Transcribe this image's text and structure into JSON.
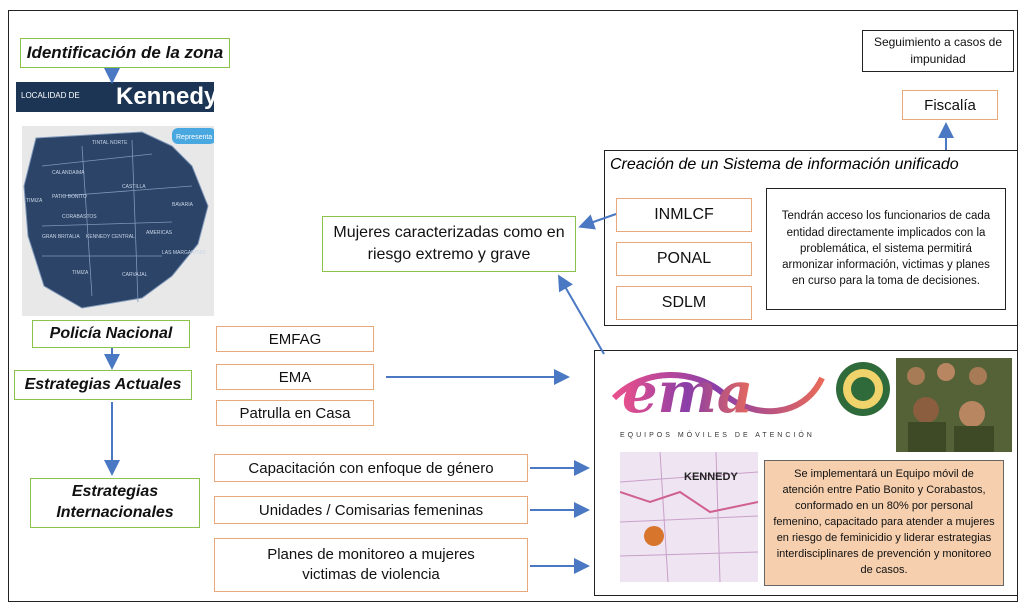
{
  "zona": {
    "title": "Identificación de la zona",
    "banner_prefix": "LOCALIDAD DE",
    "banner_name": "Kennedy",
    "map_labels": [
      "TINTAL NORTE",
      "CALANDAIMA",
      "CASTILLA",
      "BAVARIA",
      "PATIO BONITO",
      "TIMIZA",
      "CORABASTOS",
      "GRAN BRITALIA",
      "KENNEDY CENTRAL",
      "AMERICAS",
      "LAS MARGARITAS",
      "CARVAJAL",
      "TIMIZA"
    ],
    "map_badge": "Representa"
  },
  "policia": "Policía Nacional",
  "estrategias_actuales": {
    "title": "Estrategias Actuales",
    "items": [
      "EMFAG",
      "EMA",
      "Patrulla en Casa"
    ]
  },
  "estrategias_internacionales": {
    "title": "Estrategias Internacionales",
    "items": [
      "Capacitación con enfoque de género",
      "Unidades / Comisarias femeninas",
      "Planes de monitoreo a mujeres victimas de violencia"
    ]
  },
  "sistema": {
    "title": "Creación de un Sistema de información unificado",
    "entities": [
      "INMLCF",
      "PONAL",
      "SDLM"
    ],
    "description": "Tendrán acceso los funcionarios de cada entidad directamente implicados con la problemática, el sistema permitirá armonizar información, victimas y planes en curso para la toma de decisiones."
  },
  "mujeres": "Mujeres caracterizadas como en riesgo extremo y grave",
  "fiscalia": "Fiscalía",
  "seguimiento": "Seguimiento a casos de impunidad",
  "ema_panel": {
    "logo_text": "ema",
    "subtitle": "EQUIPOS MÓVILES DE ATENCIÓN",
    "map_label": "KENNEDY",
    "description": "Se implementará un Equipo móvil de atención entre Patio Bonito y Corabastos, conformado en un 80% por personal femenino, capacitado para atender a mujeres en riesgo de feminicidio y liderar estrategias interdisciplinares de prevención y monitoreo de casos."
  },
  "colors": {
    "arrow": "#4a78c2",
    "green_border": "#8bc34a",
    "orange_border": "#e8a87c",
    "map_fill": "#2b4468",
    "banner_bg": "#1c3554",
    "peach": "#f5cfae"
  }
}
